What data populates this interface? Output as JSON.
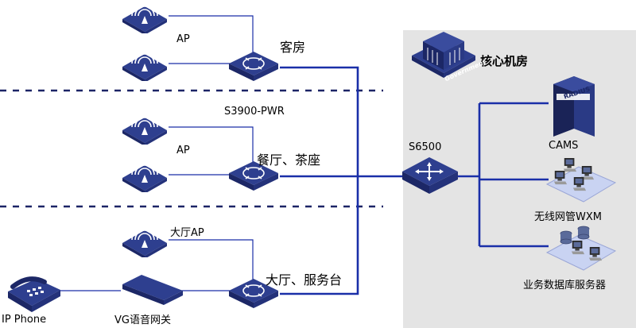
{
  "core_room": {
    "title": "核心机房",
    "government_tag": "Government"
  },
  "zones": {
    "guest_room": {
      "label": "客房",
      "ap_label": "AP"
    },
    "switch_model": {
      "label": "S3900-PWR"
    },
    "restaurant": {
      "label": "餐厅、茶座",
      "ap_label": "AP"
    },
    "lobby": {
      "label": "大厅、服务台",
      "ap_label": "大厅AP"
    }
  },
  "core_switch": {
    "label": "S6500"
  },
  "servers": {
    "cams": {
      "label": "CAMS",
      "badge": "RADIUS"
    },
    "wxm": {
      "label": "无线网管WXM"
    },
    "business_db": {
      "label": "业务数据库服务器"
    }
  },
  "endpoints": {
    "ip_phone": {
      "label": "IP Phone"
    },
    "vg_gateway": {
      "label": "VG语音网关"
    }
  },
  "colors": {
    "link_blue": "#1a2fa8",
    "dash_navy": "#1c2466",
    "core_panel": "#e4e4e4",
    "device_blue": "#2e3f8f"
  }
}
